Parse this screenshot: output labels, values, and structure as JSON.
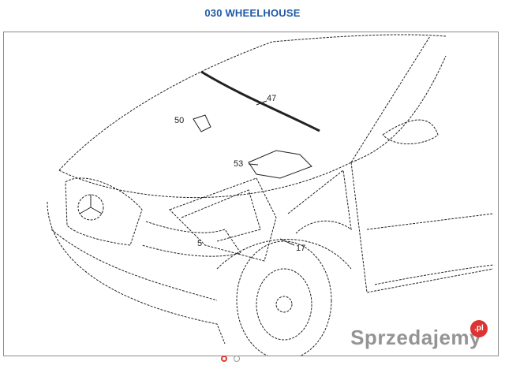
{
  "page": {
    "title": "030 WHEELHOUSE"
  },
  "diagram": {
    "callouts": [
      "47",
      "50",
      "53",
      "5",
      "17"
    ]
  },
  "watermark": {
    "text": "Sprzedajemy",
    "badge": ".pl"
  },
  "carousel": {
    "slide_count": 2,
    "active_index": 0,
    "active_color": "#e03b2f"
  }
}
